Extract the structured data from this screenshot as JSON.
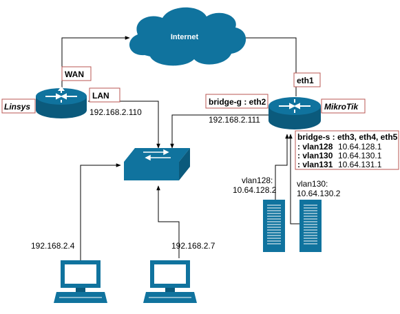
{
  "cloud": {
    "label": "Internet"
  },
  "linsys": {
    "name": "Linsys",
    "wan_label": "WAN",
    "lan_label": "LAN",
    "ip": "192.168.2.110"
  },
  "mikrotik": {
    "name": "MikroTik",
    "eth1_label": "eth1",
    "bridge_g_label": "bridge-g : eth2",
    "ip": "192.168.2.111",
    "bridge_s_label": "bridge-s : eth3, eth4, eth5",
    "vlans": [
      {
        "name": ": vlan128",
        "ip": "10.64.128.1"
      },
      {
        "name": ": vlan130",
        "ip": "10.64.130.1"
      },
      {
        "name": ": vlan131",
        "ip": "10.64.131.1"
      }
    ]
  },
  "server1": {
    "line1": "vlan128:",
    "line2": "10.64.128.2"
  },
  "server2": {
    "line1": "vlan130:",
    "line2": "10.64.130.2"
  },
  "pc1": {
    "ip": "192.168.2.4"
  },
  "pc2": {
    "ip": "192.168.2.7"
  },
  "colors": {
    "device_blue": "#10739e",
    "device_dark": "#0b5a7c",
    "label_border": "#b85450"
  }
}
